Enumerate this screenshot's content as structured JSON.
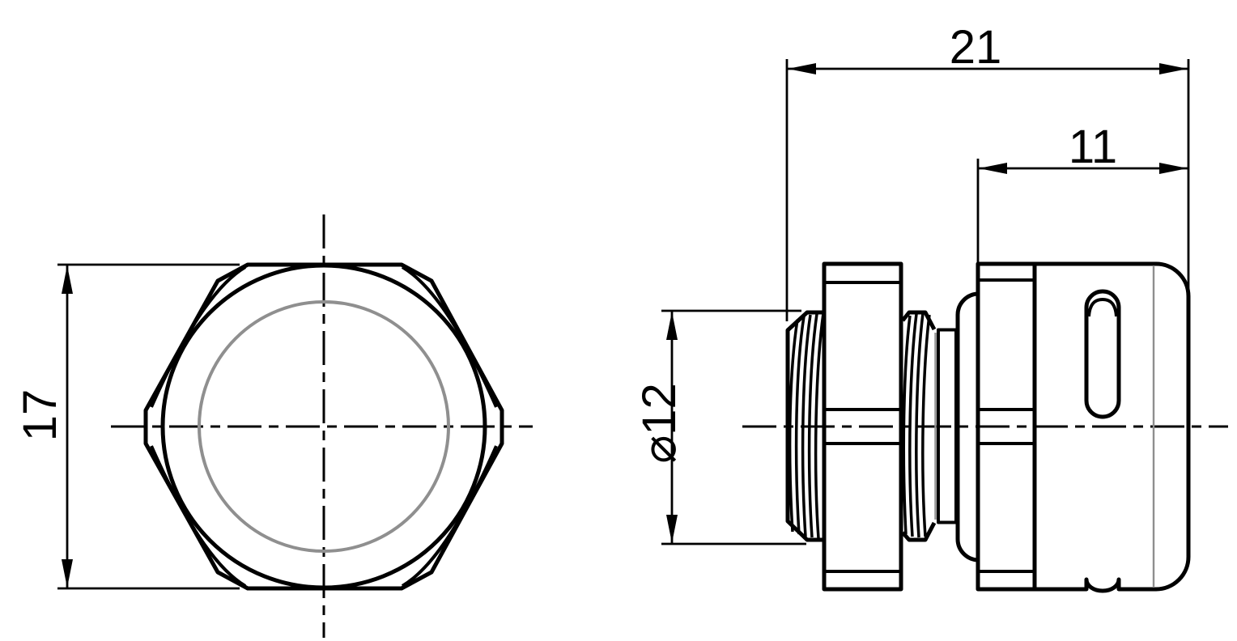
{
  "drawing": {
    "type": "technical-drawing",
    "views": [
      "front-view",
      "side-view"
    ],
    "dimensions": {
      "hex_across_flats": "17",
      "overall_length": "21",
      "cap_length": "11",
      "thread_diameter": "⌀12"
    },
    "colors": {
      "line": "#000000",
      "tangent_edge": "#8f8f8f",
      "background": "#ffffff"
    }
  }
}
